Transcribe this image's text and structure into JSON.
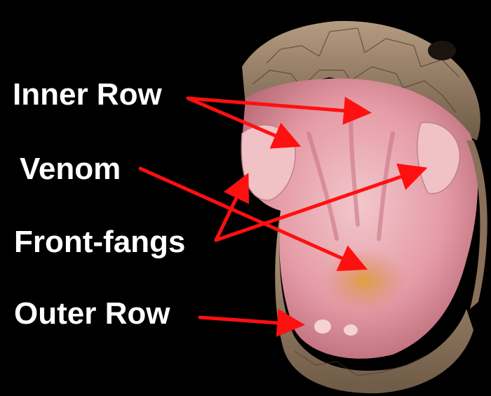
{
  "labels": {
    "inner_row": "Inner Row",
    "venom": "Venom",
    "front_fangs": "Front-fangs",
    "outer_row": "Outer Row"
  },
  "colors": {
    "background": "#000000",
    "label_text": "#ffffff",
    "arrow": "#ff1010",
    "scales": "#9a8268",
    "mouth_interior": "#e8a6ad"
  }
}
